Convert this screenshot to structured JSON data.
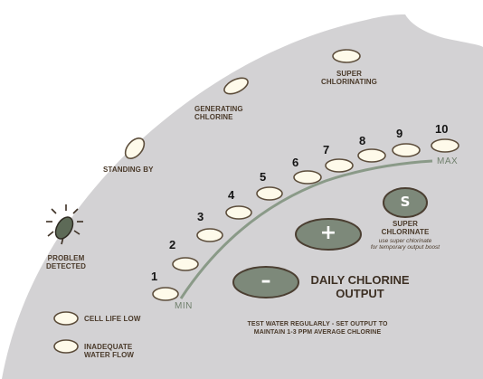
{
  "colors": {
    "panel": "#d3d2d4",
    "led_fill": "#fefaea",
    "led_stroke": "#5c4d3b",
    "button_fill": "#7d897a",
    "button_stroke": "#4b3f32",
    "arc": "#8a9a88",
    "text_brown": "#4a3a2a"
  },
  "status": {
    "problem": "PROBLEM\nDETECTED",
    "standing_by": "STANDING BY",
    "generating": "GENERATING\nCHLORINE",
    "super_chlorinating": "SUPER\nCHLORINATING",
    "cell_life_low": "CELL LIFE LOW",
    "inadequate_flow": "INADEQUATE\nWATER FLOW"
  },
  "output_scale": {
    "levels": [
      "1",
      "2",
      "3",
      "4",
      "5",
      "6",
      "7",
      "8",
      "9",
      "10"
    ],
    "min_label": "MIN",
    "max_label": "MAX"
  },
  "buttons": {
    "plus_glyph": "+",
    "minus_glyph": "–",
    "super_glyph": "S",
    "super_label": "SUPER\nCHLORINATE",
    "super_note": "use super chlorinate\nfor temporary output boost"
  },
  "daily_output_title": "DAILY CHLORINE\nOUTPUT",
  "instructions": "TEST WATER REGULARLY - SET OUTPUT TO\nMAINTAIN 1-3 PPM AVERAGE CHLORINE"
}
